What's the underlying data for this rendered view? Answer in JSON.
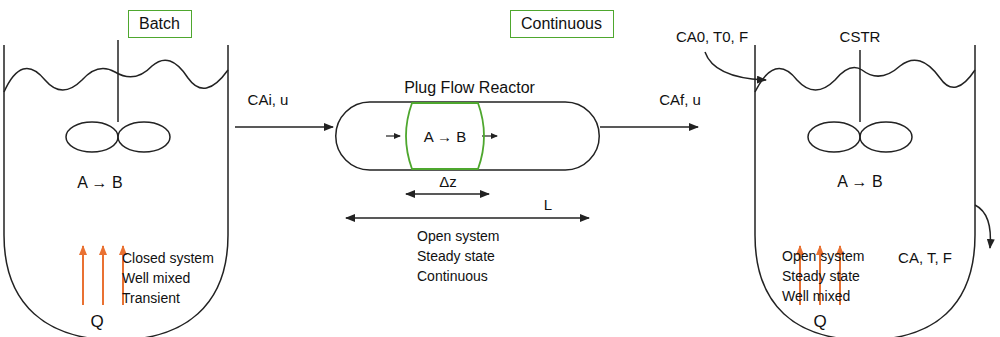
{
  "diagram": {
    "nodes": [
      {
        "text": [
          "Batch"
        ]
      },
      {
        "text": [
          "Continuous"
        ]
      },
      {
        "text": [
          "Plug Flow Reactor"
        ]
      },
      {
        "text": [
          "A → B"
        ],
        "in": 2
      }
    ],
    "labels": [
      "Closed system",
      "Well mixed",
      "Transient",
      "A → B",
      "Q",
      "CAi, u",
      "CAf, u",
      "Δz",
      "L",
      "Open system",
      "Steady state",
      "Continuous",
      "CA0, T0, F",
      "CSTR",
      "A → B",
      "Open system",
      "Steady state",
      "Well mixed",
      "CA, T, F",
      "Q"
    ]
  }
}
